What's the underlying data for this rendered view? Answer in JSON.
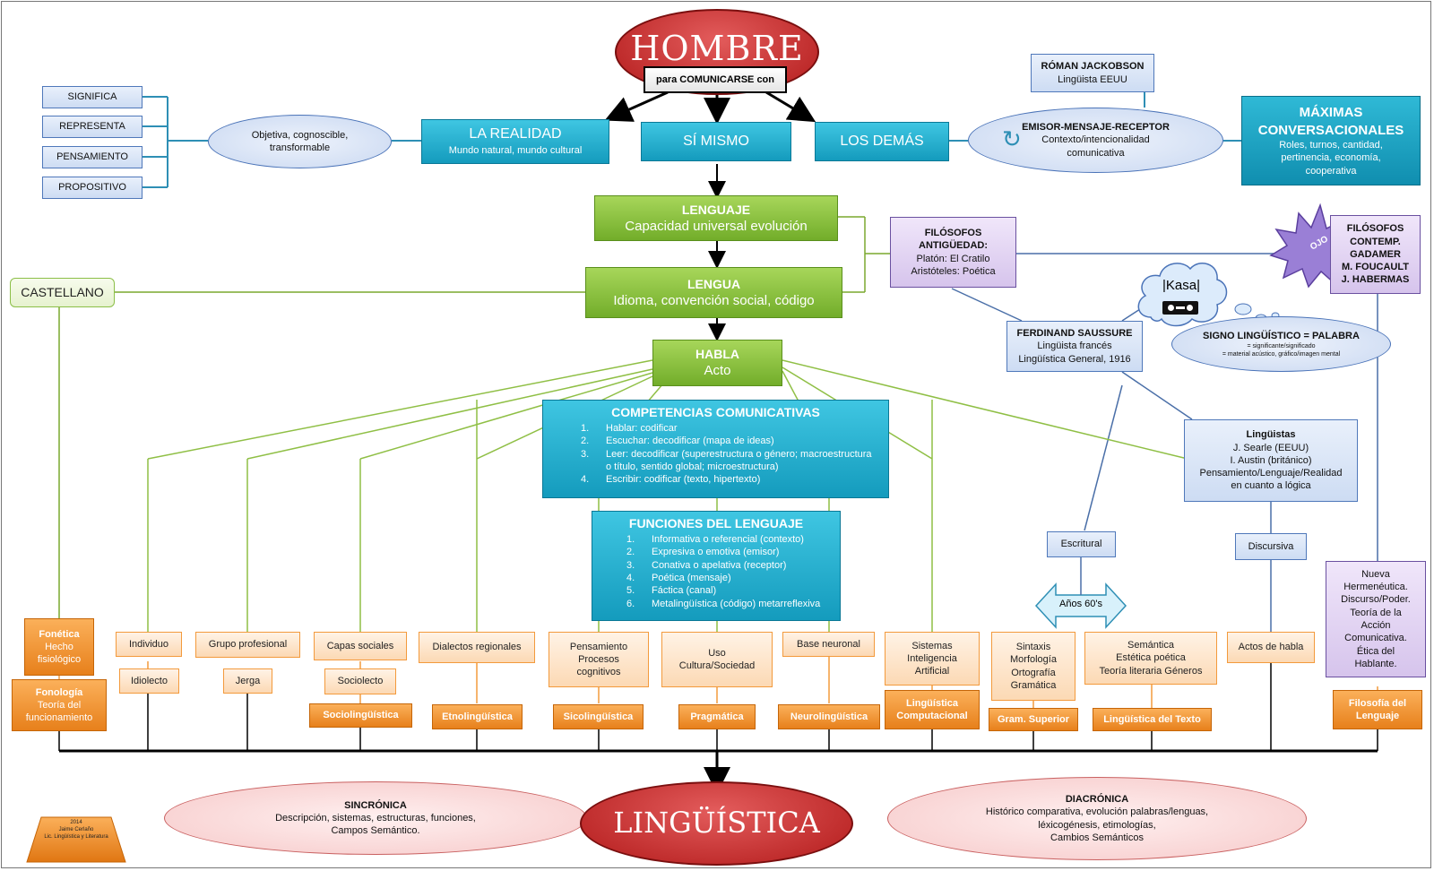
{
  "hombre": {
    "title": "HOMBRE",
    "subtitle": "para COMUNICARSE con"
  },
  "realidad": {
    "title": "LA REALIDAD",
    "sub": "Mundo natural, mundo cultural"
  },
  "si_mismo": {
    "title": "SÍ MISMO"
  },
  "los_demas": {
    "title": "LOS DEMÁS"
  },
  "left_labels": [
    "SIGNIFICA",
    "REPRESENTA",
    "PENSAMIENTO",
    "PROPOSITIVO"
  ],
  "objetiva": {
    "line1": "Objetiva, cognoscible,",
    "line2": "transformable"
  },
  "jackobson": {
    "title": "RÓMAN JACKOBSON",
    "sub": "Lingüista EEUU"
  },
  "emisor": {
    "title": "EMISOR-MENSAJE-RECEPTOR",
    "line1": "Contexto/intencionalidad",
    "line2": "comunicativa"
  },
  "maximas": {
    "title1": "MÁXIMAS",
    "title2": "CONVERSACIONALES",
    "line1": "Roles, turnos, cantidad,",
    "line2": "pertinencia, economía,",
    "line3": "cooperativa"
  },
  "lenguaje": {
    "title": "LENGUAJE",
    "sub": "Capacidad universal evolución"
  },
  "lengua": {
    "title": "LENGUA",
    "sub": "Idioma, convención social, código"
  },
  "habla": {
    "title": "HABLA",
    "sub": "Acto"
  },
  "castellano": "CASTELLANO",
  "filosofos_ant": {
    "line1": "FILÓSOFOS",
    "line2": "ANTIGÜEDAD:",
    "line3": "Platón: El Cratilo",
    "line4": "Aristóteles: Poética"
  },
  "filosofos_cont": {
    "line1": "FILÓSOFOS",
    "line2": "CONTEMP.",
    "line3": "GADAMER",
    "line4": "M. FOUCAULT",
    "line5": "J. HABERMAS"
  },
  "ojo": "OJO",
  "kasa": "|Kasa|",
  "saussure": {
    "title": "FERDINAND SAUSSURE",
    "line1": "Lingüista francés",
    "line2": "Lingüística General, 1916"
  },
  "signo": {
    "title": "SIGNO LINGÜÍSTICO = PALABRA",
    "line1": "= significante/significado",
    "line2": "= material acústico, gráfico/imagen mental"
  },
  "linguistas": {
    "title": "Lingüistas",
    "line1": "J. Searle (EEUU)",
    "line2": "I. Austin (británico)",
    "line3": "Pensamiento/Lenguaje/Realidad",
    "line4": "en cuanto a lógica"
  },
  "competencias": {
    "title": "COMPETENCIAS COMUNICATIVAS",
    "items": [
      {
        "num": "1.",
        "text": "Hablar: codificar"
      },
      {
        "num": "2.",
        "text": "Escuchar: decodificar (mapa de ideas)"
      },
      {
        "num": "3.",
        "text": "Leer: decodificar (superestructura o género; macroestructura o título, sentido global; microestructura)"
      },
      {
        "num": "4.",
        "text": "Escribir: codificar (texto, hipertexto)"
      }
    ]
  },
  "funciones": {
    "title": "FUNCIONES DEL LENGUAJE",
    "items": [
      {
        "num": "1.",
        "text": "Informativa o referencial (contexto)"
      },
      {
        "num": "2.",
        "text": "Expresiva o emotiva (emisor)"
      },
      {
        "num": "3.",
        "text": "Conativa o apelativa (receptor)"
      },
      {
        "num": "4.",
        "text": "Poética (mensaje)"
      },
      {
        "num": "5.",
        "text": "Fáctica (canal)"
      },
      {
        "num": "6.",
        "text": "Metalingüística (código) metarreflexiva"
      }
    ]
  },
  "escritural": "Escritural",
  "discursiva": "Discursiva",
  "anos60": "Años 60's",
  "nueva": {
    "line1": "Nueva",
    "line2": "Hermenéutica.",
    "line3": "Discurso/Poder.",
    "line4": "Teoría de la",
    "line5": "Acción",
    "line6": "Comunicativa.",
    "line7": "Ética del",
    "line8": "Hablante."
  },
  "fonetica": {
    "line1": "Fonética",
    "line2": "Hecho",
    "line3": "fisiológico"
  },
  "fonologia": {
    "line1": "Fonología",
    "line2": "Teoría del",
    "line3": "funcionamiento"
  },
  "individuo": "Individuo",
  "idiolecto": "Idiolecto",
  "grupo": "Grupo profesional",
  "jerga": "Jerga",
  "capas": "Capas sociales",
  "sociolecto": "Sociolecto",
  "socioling": "Sociolingüística",
  "dialectos": "Dialectos regionales",
  "etnoling": "Etnolingüística",
  "pensamiento": {
    "line1": "Pensamiento",
    "line2": "Procesos",
    "line3": "cognitivos"
  },
  "sicoling": "Sicolingüística",
  "uso": {
    "line1": "Uso",
    "line2": "Cultura/Sociedad"
  },
  "pragmatica": "Pragmática",
  "base": "Base neuronal",
  "neuroling": "Neurolingüística",
  "sistemas": {
    "line1": "Sistemas",
    "line2": "Inteligencia",
    "line3": "Artificial"
  },
  "ling_comp": {
    "line1": "Lingüística",
    "line2": "Computacional"
  },
  "sintaxis": {
    "line1": "Sintaxis",
    "line2": "Morfología",
    "line3": "Ortografía",
    "line4": "Gramática"
  },
  "gram_sup": "Gram. Superior",
  "semantica": {
    "line1": "Semántica",
    "line2": "Estética poética",
    "line3": "Teoría literaria Géneros"
  },
  "ling_texto": "Lingüística del Texto",
  "actos": "Actos de habla",
  "filosofia_len": {
    "line1": "Filosofía del",
    "line2": "Lenguaje"
  },
  "sincronica": {
    "title": "SINCRÓNICA",
    "line1": "Descripción, sistemas, estructuras, funciones,",
    "line2": "Campos Semántico."
  },
  "linguistica": "LINGÜÍSTICA",
  "diacronica": {
    "title": "DIACRÓNICA",
    "line1": "Histórico comparativa, evolución palabras/lenguas,",
    "line2": "léxicogénesis, etimologías,",
    "line3": "Cambios Semánticos"
  },
  "credit": {
    "line1": "2014",
    "line2": "Jaime Cerlaño",
    "line3": "Lic. Lingüística y Literatura"
  }
}
